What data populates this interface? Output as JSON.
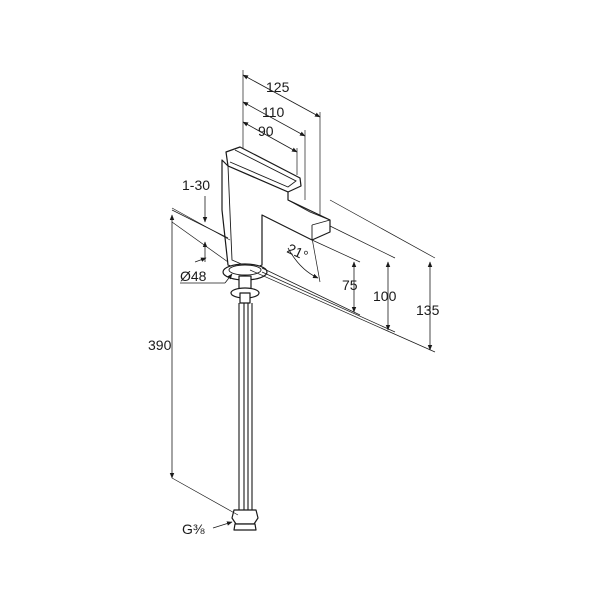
{
  "drawing": {
    "dimensions": {
      "width_125": "125",
      "width_110": "110",
      "width_90": "90",
      "thickness": "1-30",
      "hole_diameter": "Ø48",
      "angle": "21°",
      "height_75": "75",
      "height_100": "100",
      "height_135": "135",
      "hose_length": "390",
      "thread": "G⅜"
    }
  }
}
